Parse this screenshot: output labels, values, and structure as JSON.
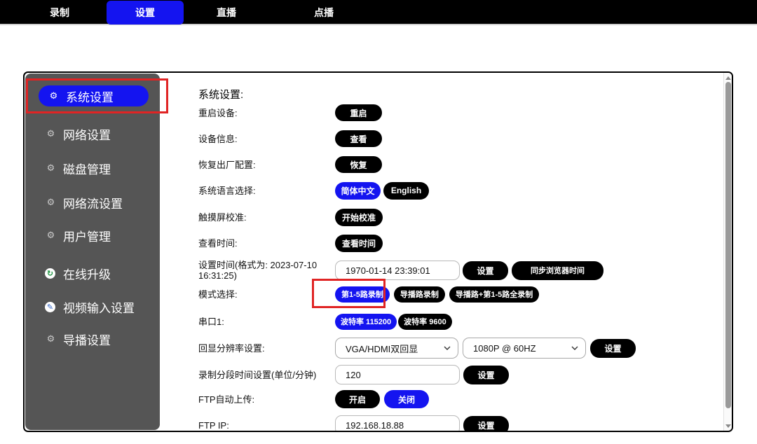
{
  "nav": {
    "tabs": [
      {
        "label": "录制",
        "active": false
      },
      {
        "label": "设置",
        "active": true
      },
      {
        "label": "直播",
        "active": false
      },
      {
        "label": "点播",
        "active": false
      }
    ]
  },
  "sidebar": {
    "items": [
      {
        "label": "系统设置",
        "icon": "gear-icon",
        "active": true,
        "annotated": true
      },
      {
        "label": "网络设置",
        "icon": "gear-icon",
        "active": false
      },
      {
        "label": "磁盘管理",
        "icon": "gear-icon",
        "active": false
      },
      {
        "label": "网络流设置",
        "icon": "gear-icon",
        "active": false
      },
      {
        "label": "用户管理",
        "icon": "gear-icon",
        "active": false
      },
      {
        "label": "在线升级",
        "icon": "upgrade-icon",
        "active": false
      },
      {
        "label": "视频输入设置",
        "icon": "video-input-icon",
        "active": false
      },
      {
        "label": "导播设置",
        "icon": "gear-icon",
        "active": false
      }
    ]
  },
  "content": {
    "title": "系统设置:",
    "rows": {
      "restart": {
        "label": "重启设备:",
        "button": "重启"
      },
      "device_info": {
        "label": "设备信息:",
        "button": "查看"
      },
      "factory_reset": {
        "label": "恢复出厂配置:",
        "button": "恢复"
      },
      "language": {
        "label": "系统语言选择:",
        "options": [
          {
            "label": "简体中文",
            "active": true
          },
          {
            "label": "English",
            "active": false
          }
        ]
      },
      "touch_cal": {
        "label": "触摸屏校准:",
        "button": "开始校准"
      },
      "view_time": {
        "label": "查看时间:",
        "button": "查看时间"
      },
      "set_time": {
        "label": "设置时间(格式为: 2023-07-10 16:31:25)",
        "input_value": "1970-01-14 23:39:01",
        "set_button": "设置",
        "sync_button": "同步浏览器时间"
      },
      "mode": {
        "label": "模式选择:",
        "options": [
          {
            "label": "第1-5路录制",
            "active": true,
            "annotated": true
          },
          {
            "label": "导播路录制",
            "active": false
          },
          {
            "label": "导播路+第1-5路全录制",
            "active": false
          }
        ]
      },
      "serial": {
        "label": "串口1:",
        "options": [
          {
            "label": "波特率 115200",
            "active": true
          },
          {
            "label": "波特率 9600",
            "active": false
          }
        ]
      },
      "resolution": {
        "label": "回显分辨率设置:",
        "select1": "VGA/HDMI双回显",
        "select2": "1080P @ 60HZ",
        "set_button": "设置"
      },
      "segment": {
        "label": "录制分段时间设置(单位/分钟)",
        "input_value": "120",
        "set_button": "设置"
      },
      "ftp_upload": {
        "label": "FTP自动上传:",
        "options": [
          {
            "label": "开启",
            "active": false
          },
          {
            "label": "关闭",
            "active": true
          }
        ]
      },
      "ftp_ip": {
        "label": "FTP IP:",
        "input_value": "192.168.18.88",
        "set_button": "设置"
      }
    }
  },
  "colors": {
    "accent_blue": "#1414f0",
    "button_black": "#000000",
    "sidebar_gray": "#555555",
    "annotation_red": "#e02424"
  }
}
